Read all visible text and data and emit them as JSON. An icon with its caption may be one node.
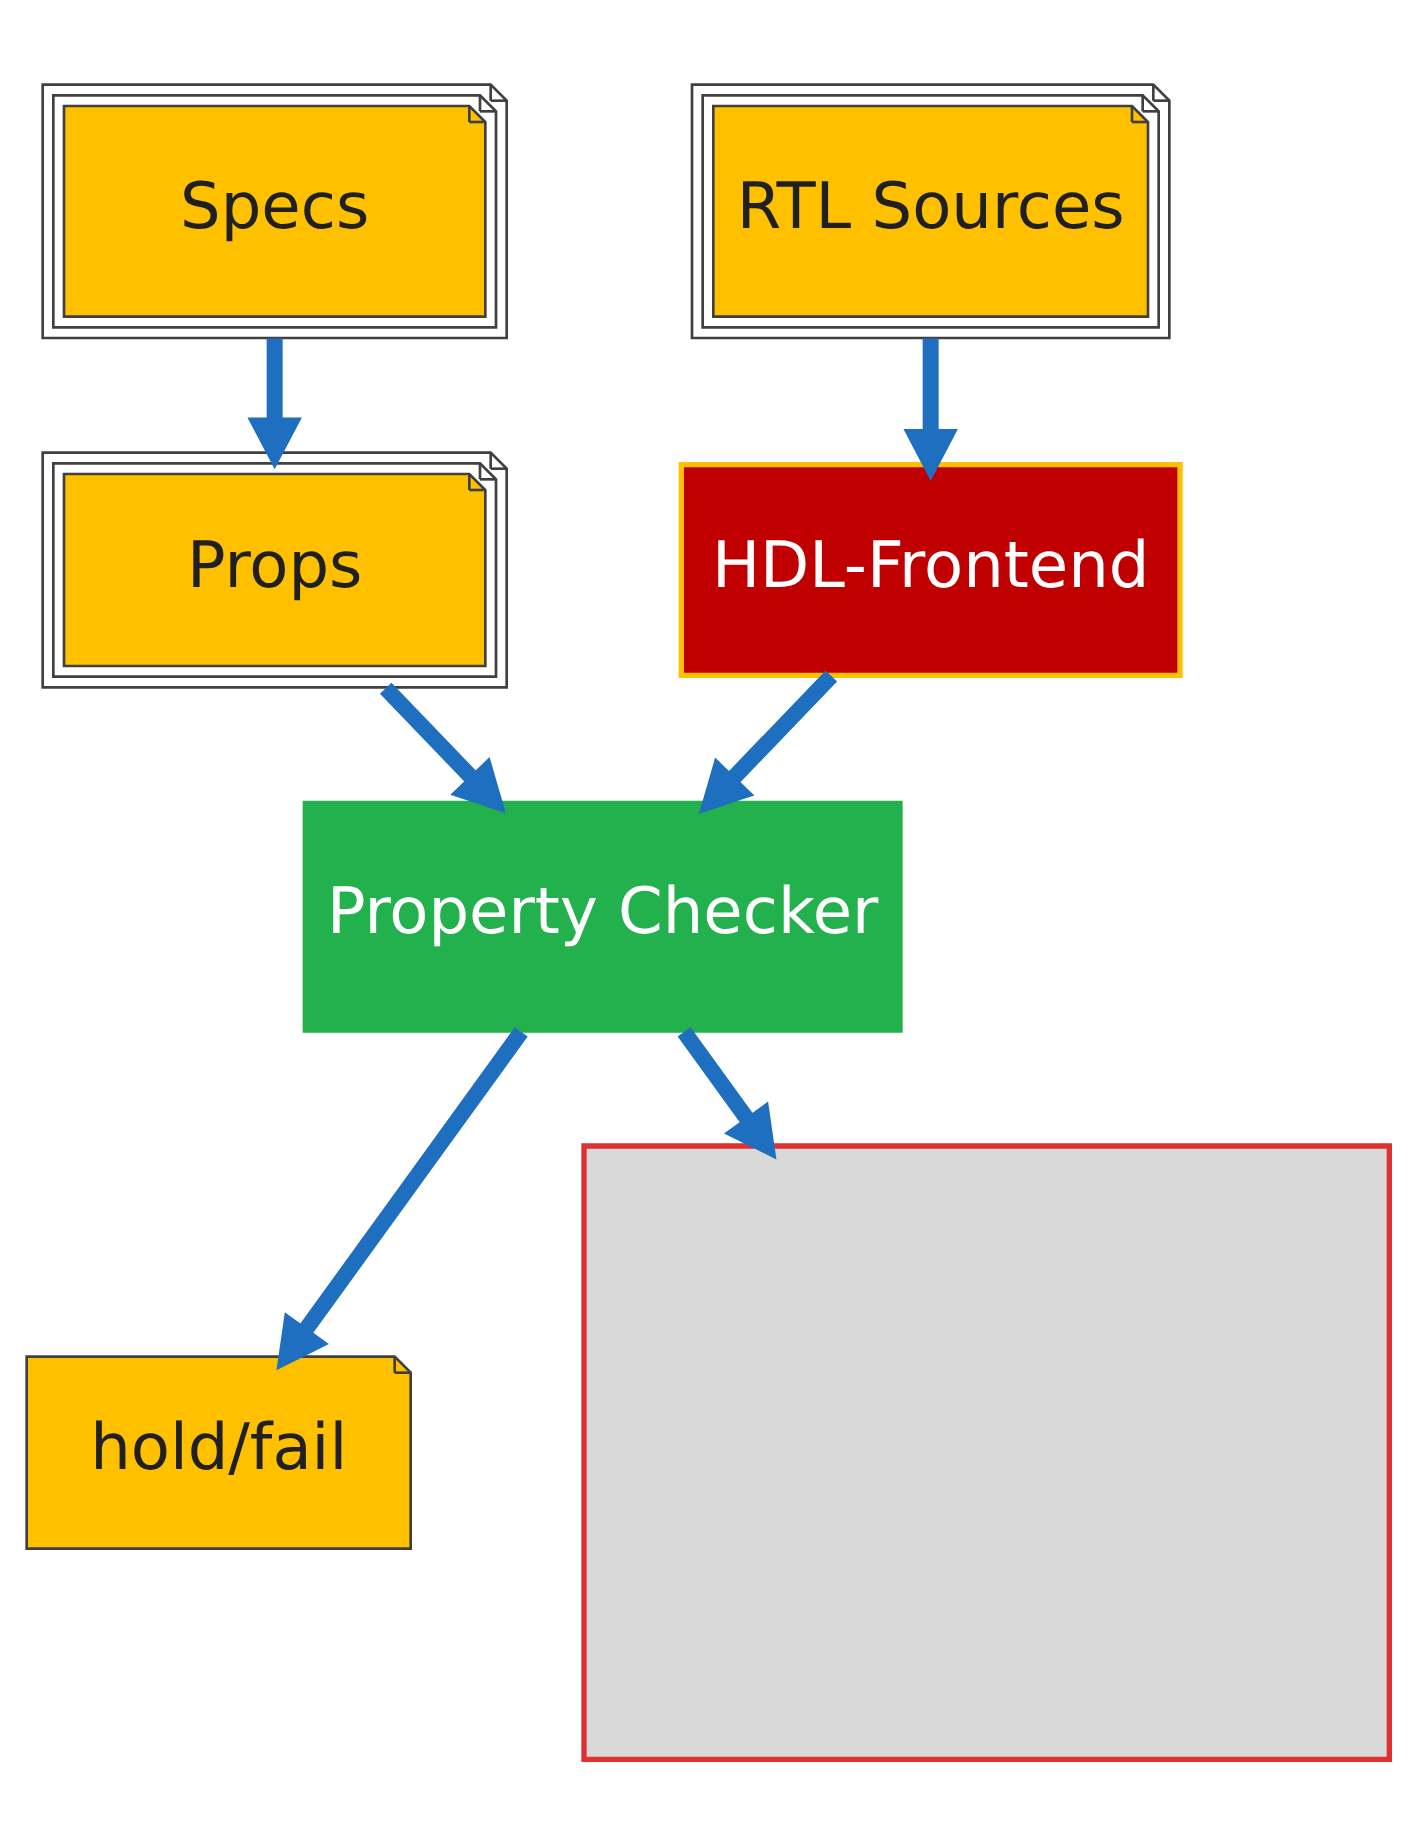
{
  "diagram": {
    "nodes": [
      {
        "text": [
          "Specs"
        ]
      },
      {
        "text": [
          "RTL Sources"
        ]
      },
      {
        "text": [
          "Props"
        ]
      },
      {
        "text": [
          "HDL-Frontend"
        ]
      },
      {
        "text": [
          "Property Checker"
        ]
      },
      {
        "text": [
          "hold/fail"
        ]
      },
      {
        "text": [],
        "shape": "box"
      }
    ],
    "edges": [
      {
        "from": 0,
        "to": 2,
        "arrow": "to"
      },
      {
        "from": 1,
        "to": 3,
        "arrow": "to"
      },
      {
        "from": 2,
        "to": 4,
        "arrow": "to"
      },
      {
        "from": 3,
        "to": 4,
        "arrow": "to"
      },
      {
        "from": 4,
        "to": 5,
        "arrow": "to"
      },
      {
        "from": 4,
        "to": 6,
        "arrow": "to"
      }
    ]
  }
}
